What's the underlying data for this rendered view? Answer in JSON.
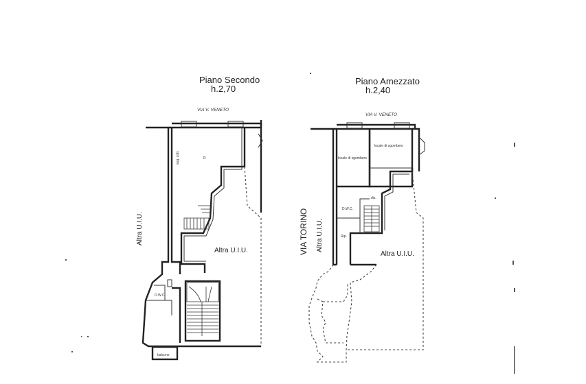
{
  "left_plan": {
    "title": "Piano Secondo",
    "height": "h.2,70",
    "street": "VIA V. VENETO",
    "side_label": "Altra U.I.U.",
    "right_label": "Altra U.I.U.",
    "wall_note": "sog. cott.",
    "room_mark": "D",
    "wc_label": "D.W.C.",
    "balcony_label": "balcone"
  },
  "right_plan": {
    "title": "Piano Amezzato",
    "height": "h.2,40",
    "street": "VIA V. VENETO",
    "side_street": "VIA TORINO",
    "side_label": "Altra U.I.U.",
    "right_label": "Altra U.I.U.",
    "room_left": "locale di sgombero",
    "room_right": "locale di sgombero",
    "wc_label": "D.W.C.",
    "dis_label": "dis.",
    "rip_label": "Rip."
  }
}
